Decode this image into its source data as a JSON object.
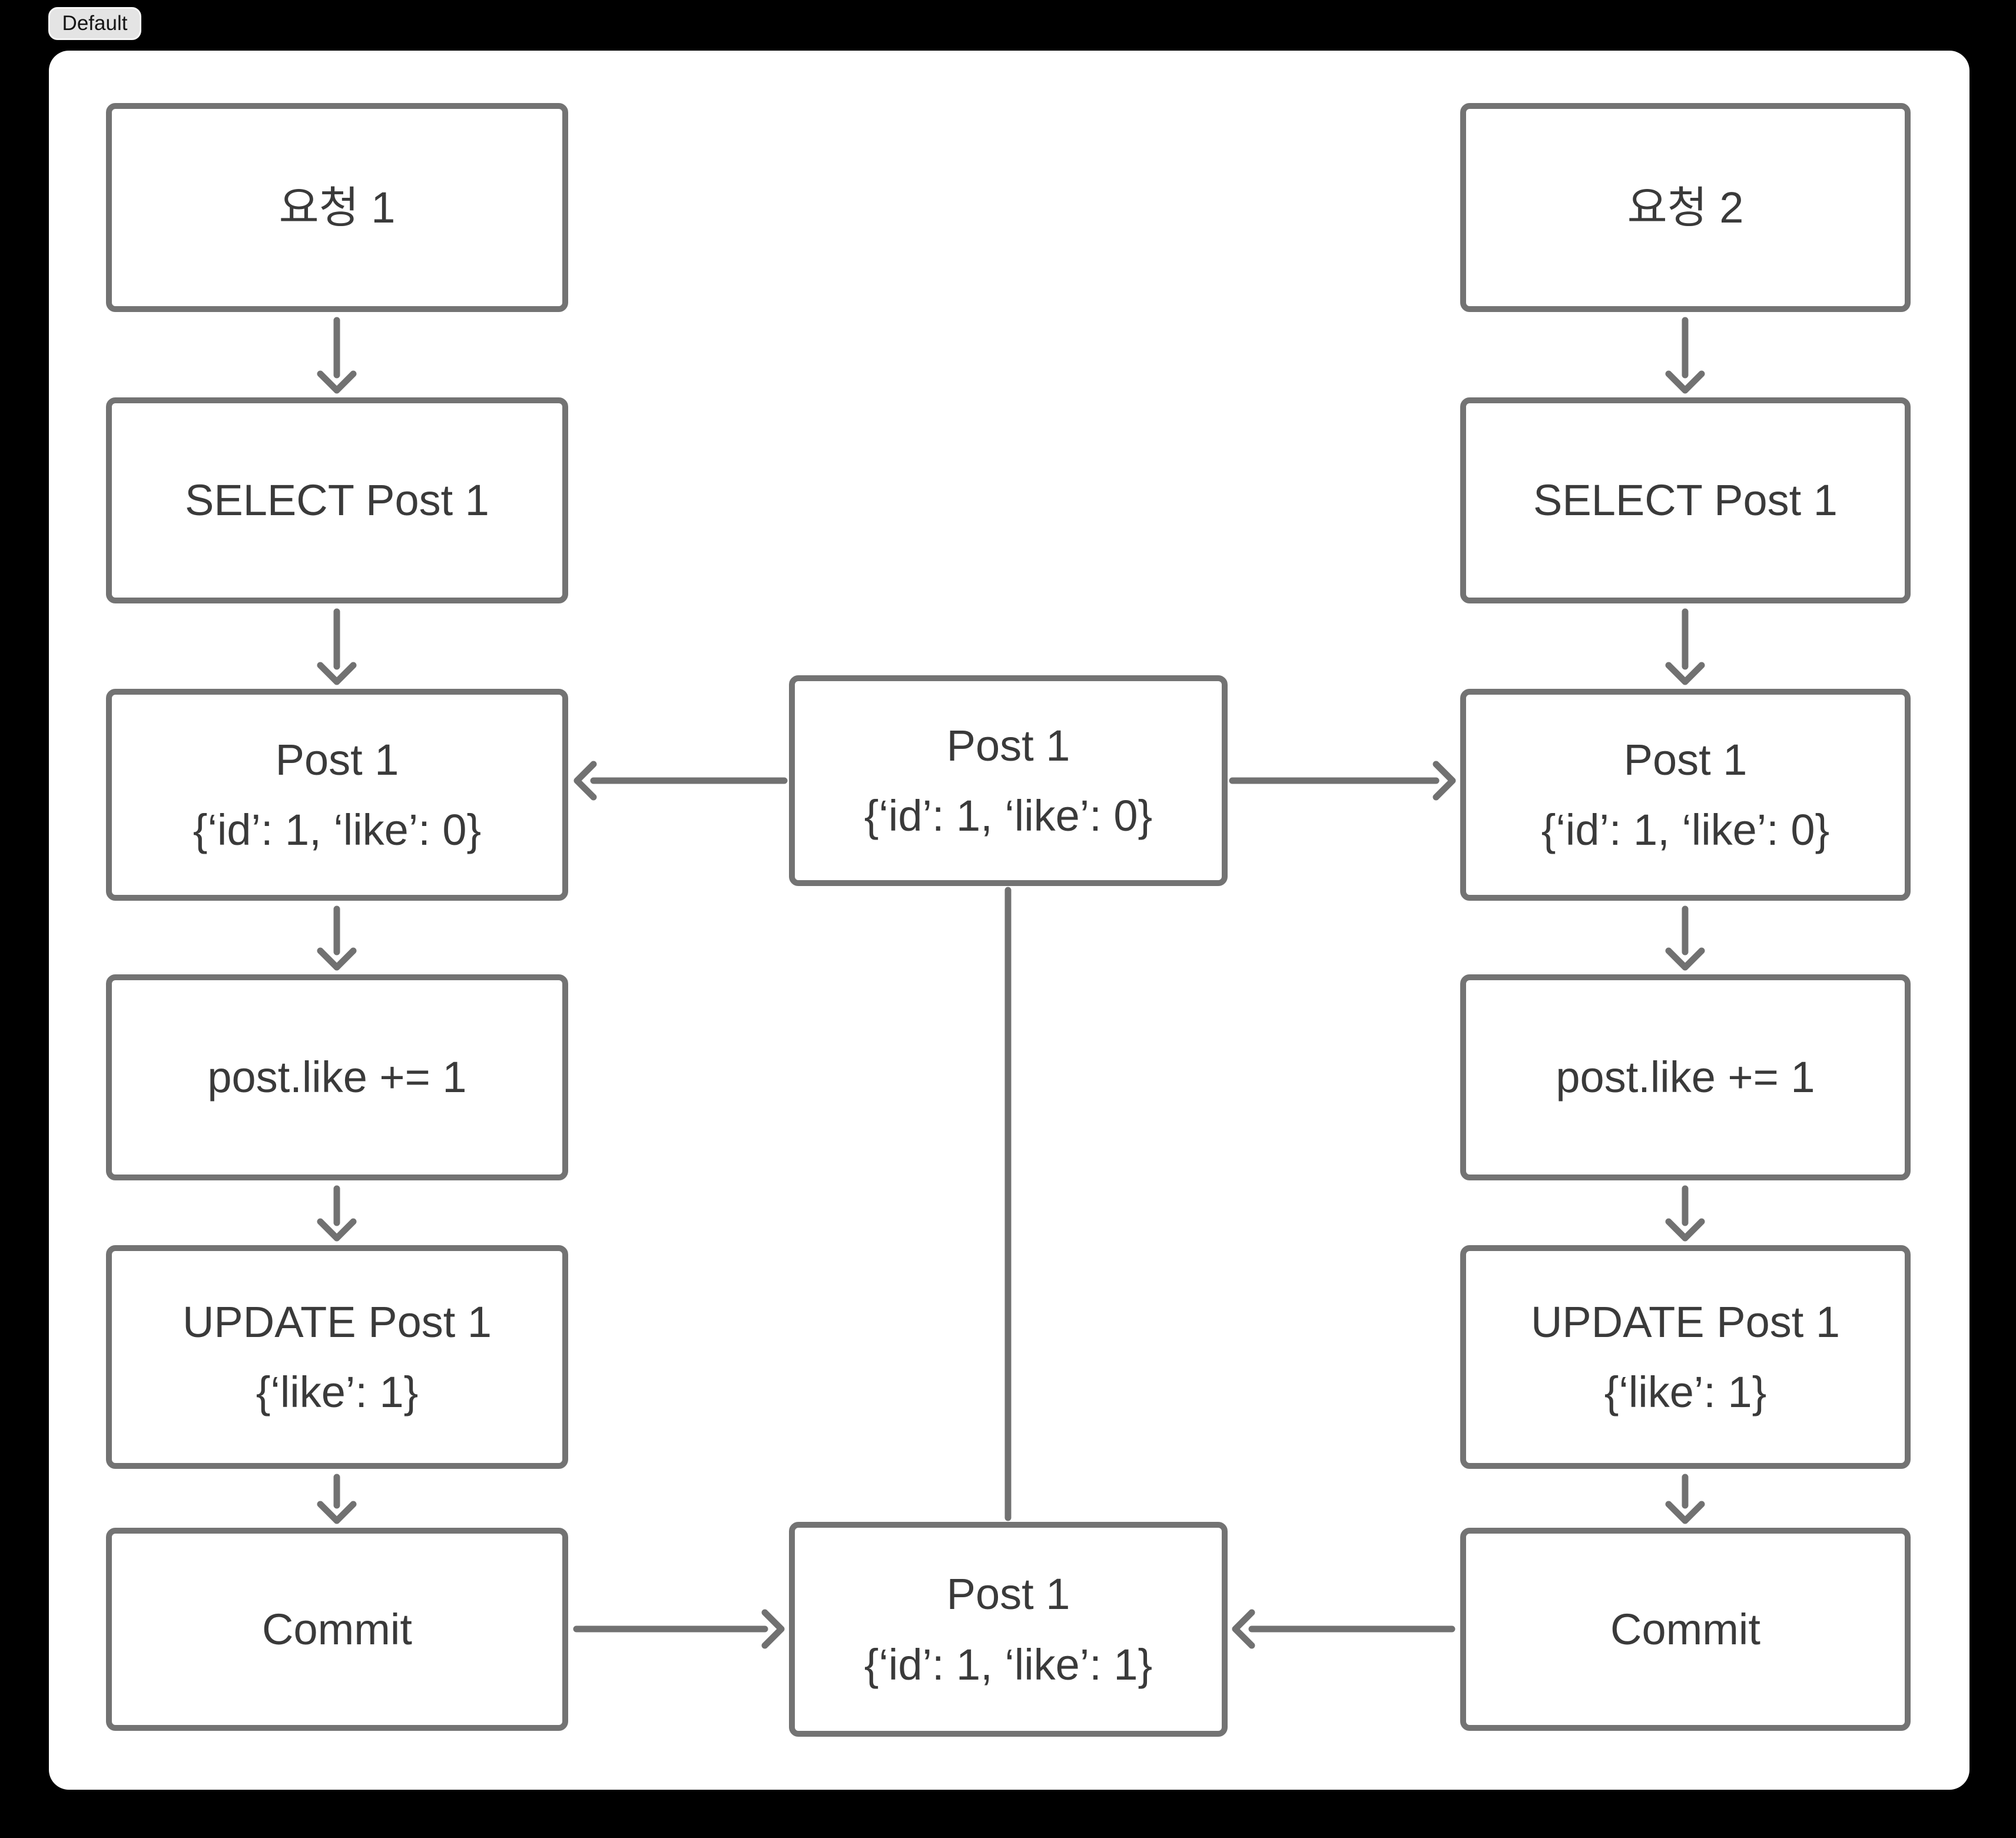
{
  "tab": {
    "label": "Default"
  },
  "nodes": {
    "left": [
      {
        "lines": [
          "요청 1"
        ]
      },
      {
        "lines": [
          "SELECT Post 1"
        ]
      },
      {
        "lines": [
          "Post 1",
          "{‘id’: 1, ‘like’: 0}"
        ]
      },
      {
        "lines": [
          "post.like += 1"
        ]
      },
      {
        "lines": [
          "UPDATE Post 1",
          "{‘like’: 1}"
        ]
      },
      {
        "lines": [
          "Commit"
        ]
      }
    ],
    "right": [
      {
        "lines": [
          "요청 2"
        ]
      },
      {
        "lines": [
          "SELECT Post 1"
        ]
      },
      {
        "lines": [
          "Post 1",
          "{‘id’: 1, ‘like’: 0}"
        ]
      },
      {
        "lines": [
          "post.like += 1"
        ]
      },
      {
        "lines": [
          "UPDATE Post 1",
          "{‘like’: 1}"
        ]
      },
      {
        "lines": [
          "Commit"
        ]
      }
    ],
    "middle": [
      {
        "lines": [
          "Post 1",
          "{‘id’: 1, ‘like’: 0}"
        ]
      },
      {
        "lines": [
          "Post 1",
          "{‘id’: 1, ‘like’: 1}"
        ]
      }
    ]
  },
  "colors": {
    "page_bg": "#000000",
    "canvas_bg": "#ffffff",
    "node_border": "#737373",
    "node_text": "#3a3a3a",
    "arrow": "#717171",
    "tab_bg": "#e4e4e4"
  }
}
